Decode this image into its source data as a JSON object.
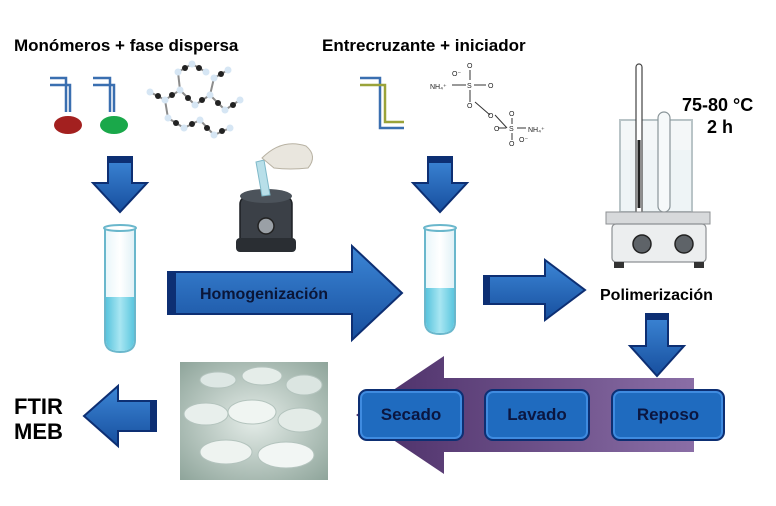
{
  "labels": {
    "monomers": "Monómeros + fase dispersa",
    "crosslinker": "Entrecruzante + iniciador",
    "temperature": "75-80 °C",
    "time": "2 h",
    "polymerization": "Polimerización",
    "output_ftir": "FTIR",
    "output_meb": "MEB"
  },
  "arrows": {
    "homogenization": "Homogenización"
  },
  "chem": {
    "ammonium_left": "NH₄⁺",
    "ammonium_right": "NH₄⁺",
    "o_minus": "O⁻",
    "o_minus2": "O⁻"
  },
  "steps": [
    {
      "label": "Secado"
    },
    {
      "label": "Lavado"
    },
    {
      "label": "Reposo"
    }
  ],
  "colors": {
    "arrow_blue": "#1a5fb4",
    "arrow_dark": "#0d2f73",
    "liquid": "#7fd4e6",
    "back_arrow": "#5b3d7a",
    "monomer_red": "#a3201f",
    "monomer_green": "#1aa84a"
  }
}
